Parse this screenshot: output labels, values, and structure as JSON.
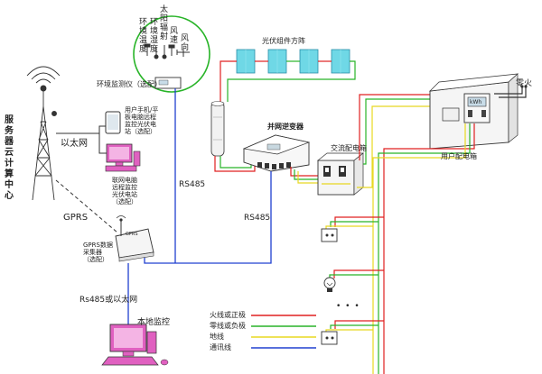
{
  "colors": {
    "live": "#e02020",
    "neutral": "#28b428",
    "ground": "#e8d820",
    "comm": "#2040d0",
    "panel": "#6fd8e6",
    "pc_pink": "#e060c0"
  },
  "labels": {
    "server_center_chars": [
      "服",
      "务",
      "器",
      "云",
      "计",
      "算",
      "中",
      "心"
    ],
    "sensor_solar": [
      "太",
      "阳",
      "辐",
      "射"
    ],
    "sensor_env_temp": [
      "环",
      "境",
      "温",
      "度"
    ],
    "sensor_env_humidity": [
      "环",
      "境",
      "湿",
      "度"
    ],
    "sensor_wind_speed": [
      "风",
      "速"
    ],
    "sensor_wind_dir": [
      "风",
      "向"
    ],
    "env_monitor": "环境监测仪（选配）",
    "pv_array": "光伏组件方阵",
    "ethernet": "以太网",
    "mobile_monitor": [
      "用户手机/平",
      "板电脑远程",
      "监控光伏电",
      "站（选配）"
    ],
    "pc_monitor": [
      "联网电脑",
      "远程监控",
      "光伏电站",
      "（选配）"
    ],
    "grid_inverter": "并网逆变器",
    "ac_box": "交流配电箱",
    "user_box": "用户配电箱",
    "neutral_live": "零火",
    "rs485_a": "RS485",
    "rs485_b": "RS485",
    "gprs": "GPRS",
    "gprs_collector": [
      "GPRS数据",
      "采集器",
      "（选配）"
    ],
    "gprs_device_tag": "GPRS",
    "rs485_ethernet": "Rs485或以太网",
    "local_monitor": "本地监控",
    "meter_reading": "kWh",
    "dots": "• • •"
  },
  "legend": [
    {
      "label": "火线或正极",
      "color": "#e02020"
    },
    {
      "label": "零线或负极",
      "color": "#28b428"
    },
    {
      "label": "地线",
      "color": "#e8d820"
    },
    {
      "label": "通讯线",
      "color": "#2040d0"
    }
  ]
}
